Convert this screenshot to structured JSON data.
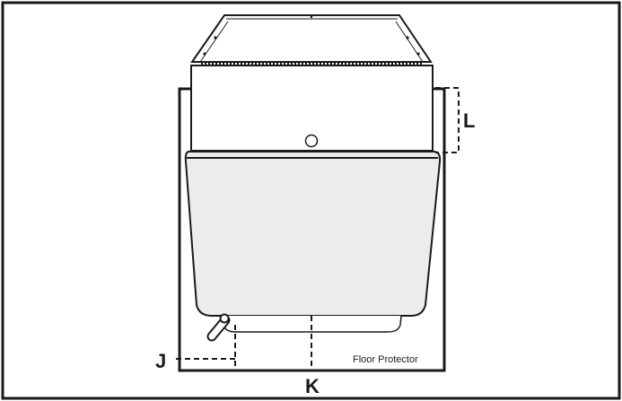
{
  "labels": {
    "dimension_l": "L",
    "dimension_j": "J",
    "dimension_k": "K",
    "floor_protector": "Floor Protector"
  },
  "colors": {
    "line": "#1a1a1a",
    "body_fill": "#ececec",
    "background": "#ffffff"
  }
}
